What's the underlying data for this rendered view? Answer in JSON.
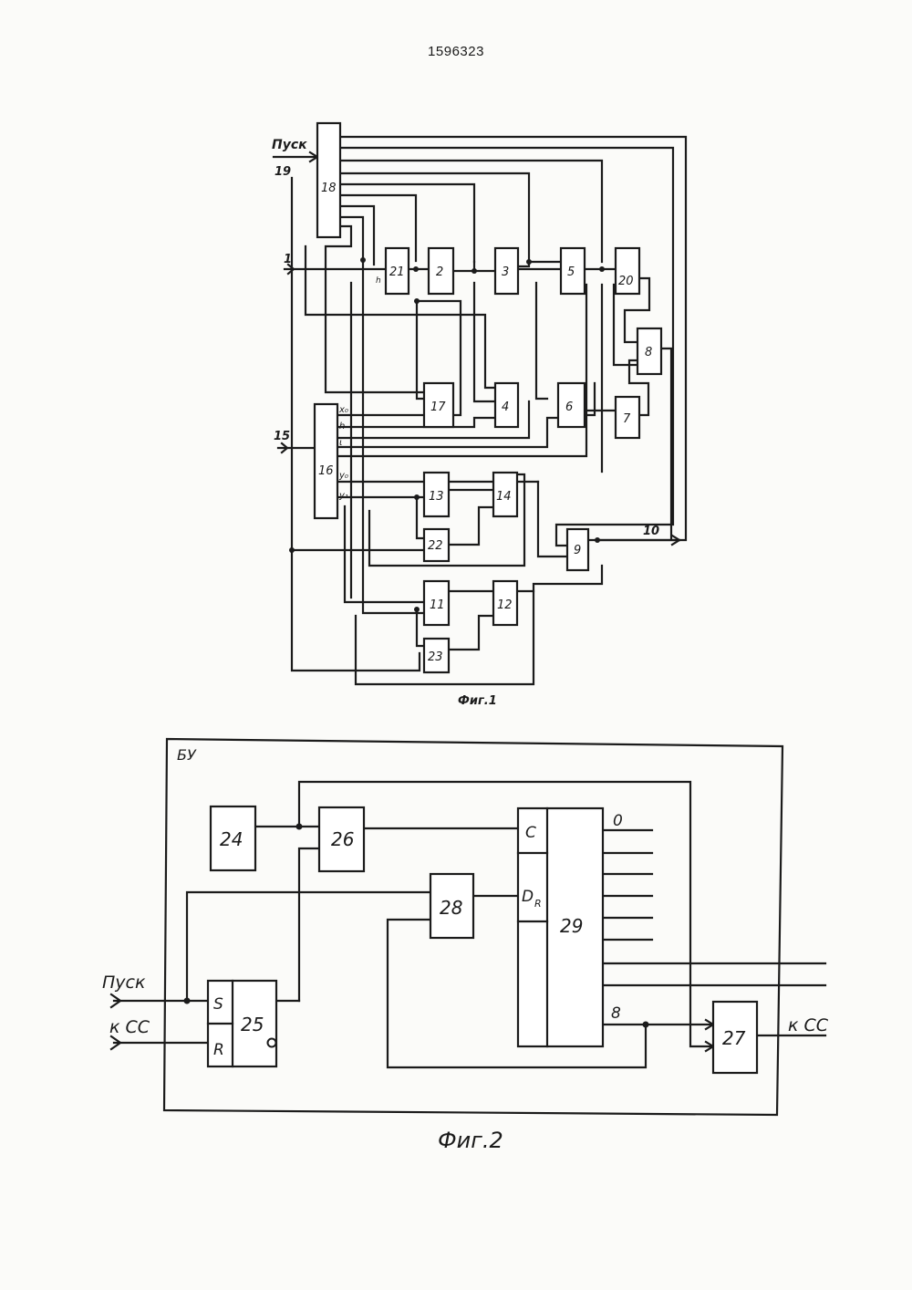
{
  "doc_number": "1596323",
  "fig1": {
    "caption": "Фиг.1",
    "inputs": {
      "pusk": "Пуск",
      "line19": "19",
      "line1": "1",
      "line15": "15"
    },
    "output": "10",
    "blocks": {
      "b18": "18",
      "b16": "16",
      "b21": "21",
      "b2": "2",
      "b3": "3",
      "b5": "5",
      "b20": "20",
      "b8": "8",
      "b17": "17",
      "b4": "4",
      "b6": "6",
      "b7": "7",
      "b13": "13",
      "b14": "14",
      "b22": "22",
      "b9": "9",
      "b11": "11",
      "b12": "12",
      "b23": "23"
    },
    "ports16": {
      "x": "x₀",
      "h": "h",
      "u": "ι",
      "y0": "y₀",
      "y1": "y₁"
    },
    "port21": "h"
  },
  "fig2": {
    "caption": "Фиг.2",
    "frame_label": "БУ",
    "inputs": {
      "pusk": "Пуск",
      "kss": "к СС"
    },
    "output": "к СС",
    "blocks": {
      "b24": "24",
      "b25": "25",
      "b26": "26",
      "b27": "27",
      "b28": "28",
      "b29": "29"
    },
    "flipflop": {
      "s": "S",
      "r": "R"
    },
    "register": {
      "c": "C",
      "d": "D",
      "d_sub": "R",
      "out0": "0",
      "out8": "8"
    }
  }
}
